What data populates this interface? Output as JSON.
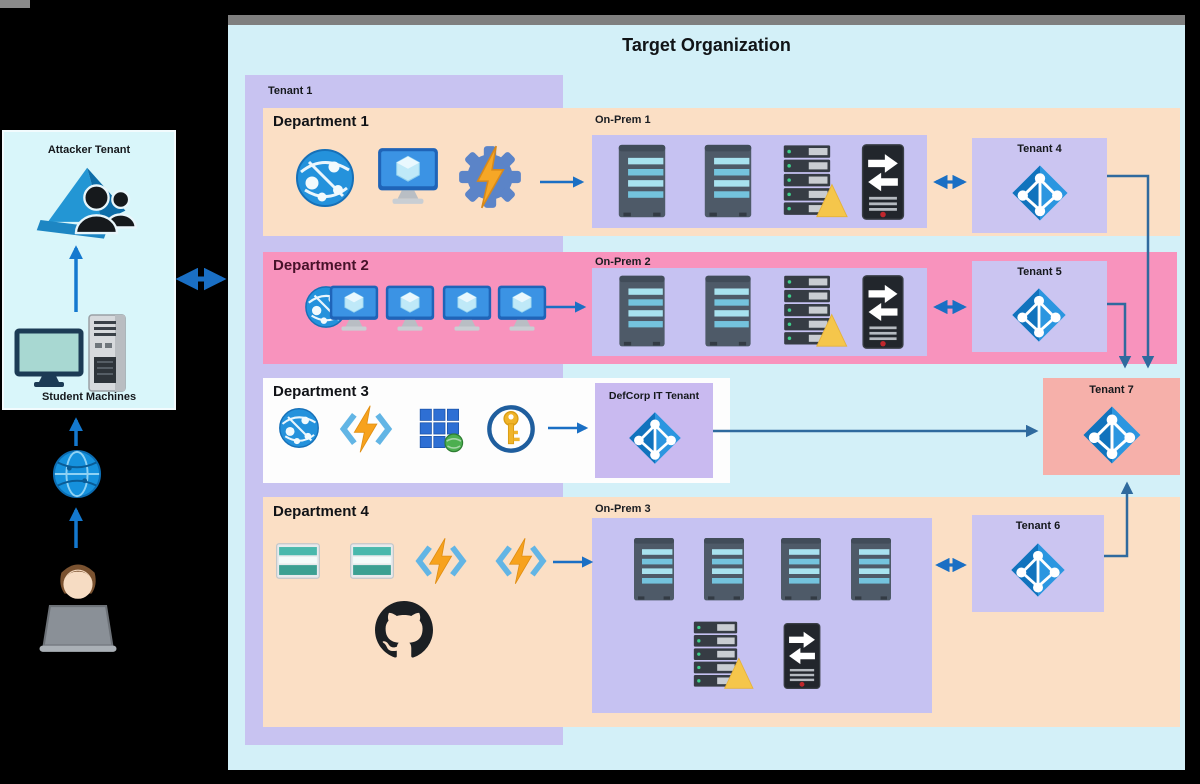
{
  "title": "Target Organization",
  "tenant1_label": "Tenant 1",
  "departments": [
    {
      "label": "Department 1",
      "onprem_label": "On-Prem 1",
      "tenant_label": "Tenant 4"
    },
    {
      "label": "Department 2",
      "onprem_label": "On-Prem 2",
      "tenant_label": "Tenant 5"
    },
    {
      "label": "Department 3",
      "tenant_label": "DefCorp IT Tenant"
    },
    {
      "label": "Department 4",
      "onprem_label": "On-Prem 3",
      "tenant_label": "Tenant 6"
    }
  ],
  "tenant7_label": "Tenant 7",
  "attacker_panel": {
    "title": "Attacker Tenant",
    "machines_label": "Student Machines"
  },
  "icons": {
    "azure_ad": "azure-ad-tenant-icon",
    "globe": "network-globe-icon",
    "vm": "virtual-machine-monitor-icon",
    "automation": "automation-gear-bolt-icon",
    "functions": "azure-functions-icon",
    "grid_globe": "grid-globe-icon",
    "key_vault": "key-vault-icon",
    "storage": "storage-account-icon",
    "github": "github-octocat-icon",
    "server_tower": "server-tower-icon",
    "server_rack": "server-rack-warning-icon",
    "sync_server": "sync-server-icon",
    "attacker": "attacker-pyramid-users-icon",
    "monitor": "student-monitor-icon",
    "pc_tower": "student-pc-tower-icon",
    "person": "person-at-laptop-icon"
  },
  "colors": {
    "background": "#000000",
    "org_box_cyan": "#d3f0f8",
    "tenant_purple": "#c8c3f1",
    "dept_peach": "#fbdfc5",
    "dept_pink": "#f893bd",
    "dept_white": "#fdfdfd",
    "tenant7_salmon": "#f6b0aa",
    "arrow_blue": "#1a6fc4",
    "connector_steel": "#2f6a9e",
    "attacker_panel": "#d9f6fa"
  }
}
